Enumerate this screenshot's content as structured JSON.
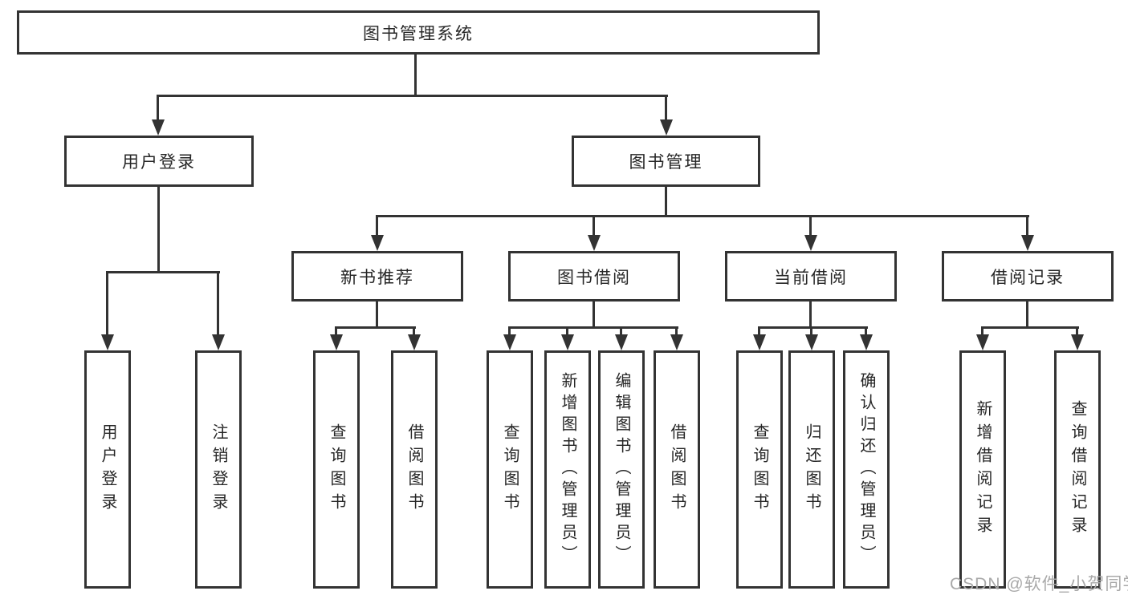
{
  "tree": {
    "root": {
      "label": "图书管理系统"
    },
    "branches": [
      {
        "label": "用户登录",
        "children": [
          {
            "label": "用户登录"
          },
          {
            "label": "注销登录"
          }
        ]
      },
      {
        "label": "图书管理",
        "groups": [
          {
            "label": "新书推荐",
            "children": [
              {
                "label": "查询图书"
              },
              {
                "label": "借阅图书"
              }
            ]
          },
          {
            "label": "图书借阅",
            "children": [
              {
                "label": "查询图书"
              },
              {
                "label": "新增图书（管理员）"
              },
              {
                "label": "编辑图书（管理员）"
              },
              {
                "label": "借阅图书"
              }
            ]
          },
          {
            "label": "当前借阅",
            "children": [
              {
                "label": "查询图书"
              },
              {
                "label": "归还图书"
              },
              {
                "label": "确认归还（管理员）"
              }
            ]
          },
          {
            "label": "借阅记录",
            "children": [
              {
                "label": "新增借阅记录"
              },
              {
                "label": "查询借阅记录"
              }
            ]
          }
        ]
      }
    ]
  },
  "watermark": {
    "text": "CSDN @软件_小贺同学"
  },
  "colors": {
    "line": "#333333",
    "box_border": "#333333",
    "text": "#262626",
    "watermark": "#a9a9a9",
    "background": "#ffffff"
  }
}
